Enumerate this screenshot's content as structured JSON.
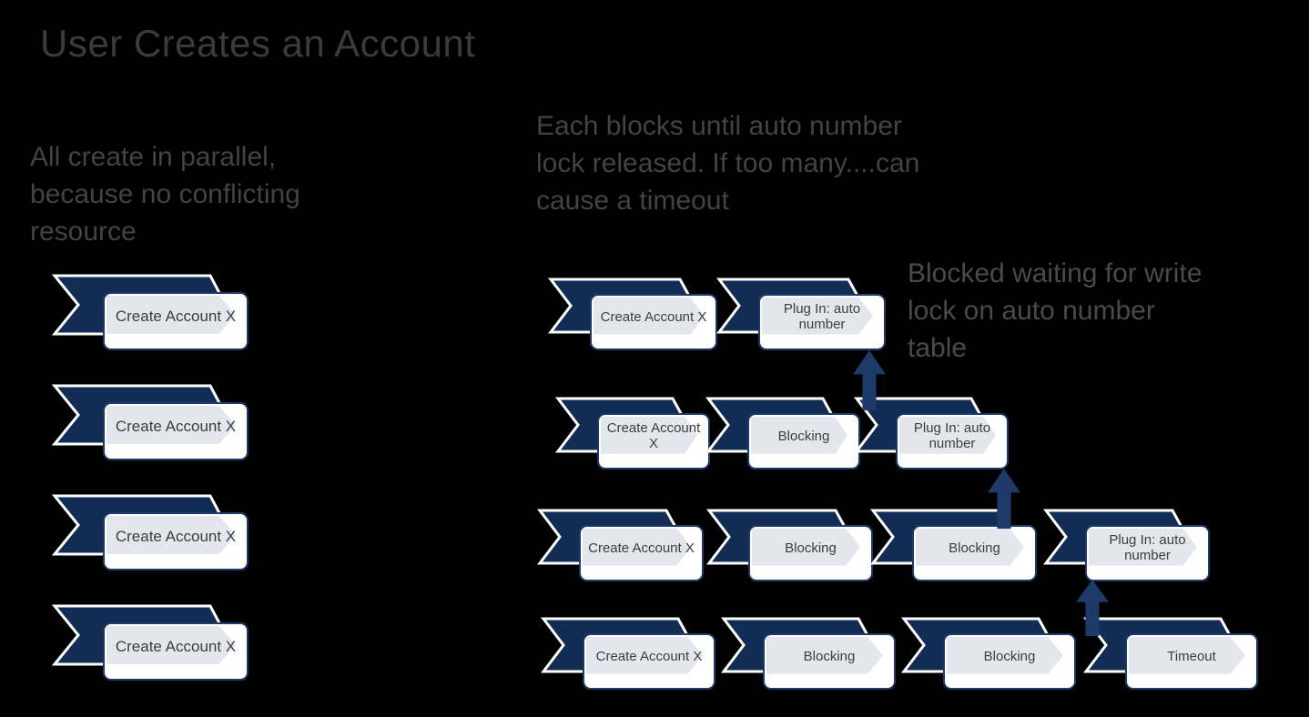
{
  "slide": {
    "title": "User Creates an Account",
    "left_note": "All create in parallel,\nbecause no conflicting\nresource",
    "right_note": "Each blocks until auto number\nlock released. If too many....can\ncause a timeout",
    "annotation": "Blocked waiting for write\nlock on auto number\ntable"
  },
  "colors": {
    "background": "#000000",
    "banner_fill": "#122d55",
    "banner_outline": "#ffffff",
    "box_fill": "#ffffff",
    "box_border": "#1d3a6a",
    "box_chevron_fill": "#e3e6ec",
    "arrow_fill": "#1e3a69",
    "box_text": "#3d3d3d",
    "note_text": "#434343",
    "title_text": "#3b3b3b"
  },
  "diagram": {
    "left_column": {
      "items": [
        {
          "label": "Create Account X"
        },
        {
          "label": "Create Account X"
        },
        {
          "label": "Create Account X"
        },
        {
          "label": "Create Account X"
        }
      ]
    },
    "right_rows": [
      {
        "stages": [
          "Create Account X",
          "Plug In: auto number"
        ]
      },
      {
        "stages": [
          "Create Account X",
          "Blocking",
          "Plug In: auto number"
        ]
      },
      {
        "stages": [
          "Create Account X",
          "Blocking",
          "Blocking",
          "Plug In: auto number"
        ]
      },
      {
        "stages": [
          "Create Account X",
          "Blocking",
          "Blocking",
          "Timeout"
        ]
      }
    ],
    "block_arrows": [
      {
        "from_row": 2,
        "to_row": 1
      },
      {
        "from_row": 3,
        "to_row": 2
      },
      {
        "from_row": 4,
        "to_row": 3
      }
    ]
  }
}
